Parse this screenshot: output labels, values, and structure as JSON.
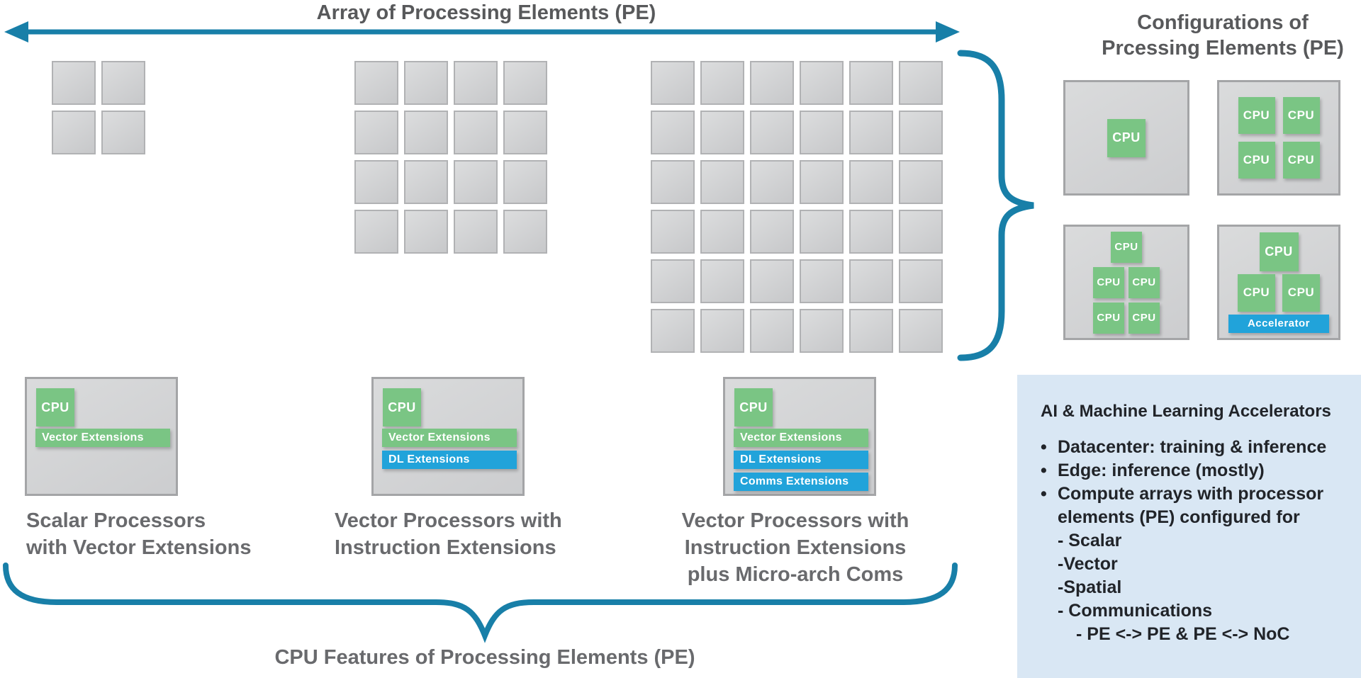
{
  "colors": {
    "teal": "#187fa8",
    "green": "#7ac584",
    "blue": "#21a3da",
    "panel_background": "#d9e7f4",
    "title_gray": "#58595b",
    "caption_gray": "#696a6d",
    "square_gray": "#cfd0d2"
  },
  "header": {
    "title": "Array of Processing Elements (PE)"
  },
  "pe_arrays": [
    {
      "rows": 2,
      "cols": 2
    },
    {
      "rows": 4,
      "cols": 4
    },
    {
      "rows": 6,
      "cols": 6
    }
  ],
  "configurations": {
    "title_lines": [
      "Configurations of",
      "Prcessing Elements (PE)"
    ],
    "cpu_label": "CPU",
    "accelerator_label": "Accelerator"
  },
  "feature_boxes": [
    {
      "cpu_label": "CPU",
      "bars": [
        {
          "label": "Vector Extensions",
          "color": "green"
        }
      ],
      "caption_lines": [
        "Scalar Processors",
        "with Vector Extensions"
      ]
    },
    {
      "cpu_label": "CPU",
      "bars": [
        {
          "label": "Vector Extensions",
          "color": "green"
        },
        {
          "label": "DL Extensions",
          "color": "blue"
        }
      ],
      "caption_lines": [
        "Vector Processors with",
        "Instruction Extensions"
      ]
    },
    {
      "cpu_label": "CPU",
      "bars": [
        {
          "label": "Vector Extensions",
          "color": "green"
        },
        {
          "label": "DL Extensions",
          "color": "blue"
        },
        {
          "label": "Comms Extensions",
          "color": "blue"
        }
      ],
      "caption_lines": [
        "Vector Processors with",
        "Instruction Extensions",
        "plus Micro-arch Coms"
      ]
    }
  ],
  "bottom_brace": {
    "caption": "CPU Features of Processing Elements (PE)"
  },
  "ai_panel": {
    "title": "AI & Machine Learning Accelerators",
    "items": [
      {
        "indent": 0,
        "bullet": "•",
        "text": "Datacenter: training & inference"
      },
      {
        "indent": 0,
        "bullet": "•",
        "text": "Edge: inference (mostly)"
      },
      {
        "indent": 0,
        "bullet": "•",
        "text": "Compute arrays with processor"
      },
      {
        "indent": 1,
        "bullet": "",
        "text": "elements (PE) configured for"
      },
      {
        "indent": 1,
        "bullet": "",
        "text": "- Scalar"
      },
      {
        "indent": 1,
        "bullet": "",
        "text": "-Vector"
      },
      {
        "indent": 1,
        "bullet": "",
        "text": "-Spatial"
      },
      {
        "indent": 1,
        "bullet": "",
        "text": "- Communications"
      },
      {
        "indent": 2,
        "bullet": "",
        "text": "- PE <-> PE & PE <-> NoC"
      }
    ]
  }
}
